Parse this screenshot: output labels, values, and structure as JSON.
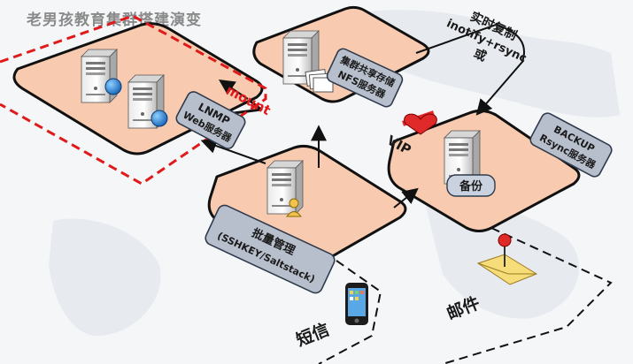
{
  "title": "老男孩教育集群搭建演变",
  "nodes": {
    "web": {
      "line1": "LNMP",
      "line2": "Web服务器"
    },
    "nfs": {
      "line1": "集群共享存储",
      "line2": "NFS服务器"
    },
    "backup": {
      "line1": "BACKUP",
      "line2": "Rsync服务器",
      "tag": "备份"
    },
    "mgmt": {
      "line1": "批量管理",
      "line2": "(SSHKEY/Saltstack)"
    }
  },
  "labels": {
    "mount": "mount",
    "sync1": "实时复制",
    "sync2": "inotify+rsync",
    "sync3": "或",
    "vip": "VIP",
    "sms": "短信",
    "mail": "邮件"
  },
  "colors": {
    "platform": "#f8cbb0",
    "mount_dash": "#e01a1a",
    "label_box": "#b7bfcc",
    "heart": "#e02a2a"
  },
  "icons": [
    "server-icon",
    "globe-icon",
    "documents-icon",
    "person-icon",
    "phone-icon",
    "mail-icon",
    "heart-icon"
  ]
}
